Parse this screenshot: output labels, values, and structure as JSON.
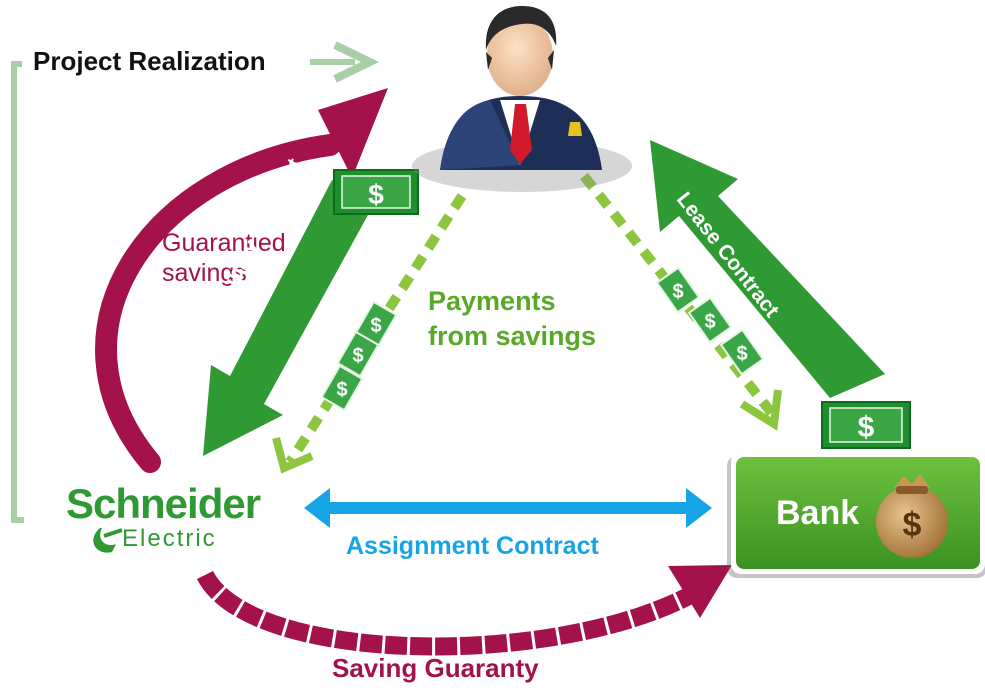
{
  "labels": {
    "project_realization": "Project Realization",
    "guarantied_savings": "Guarantied savings",
    "payments_from_savings": "Payments from savings",
    "supply_contract": "Supply Contract",
    "lease_contract": "Lease Contract",
    "assignment_contract": "Assignment Contract",
    "saving_guaranty": "Saving Guaranty",
    "bank": "Bank"
  },
  "logo": {
    "word": "Schneider",
    "sub": "Electric"
  },
  "currency_symbol": "$",
  "colors": {
    "green": "#2f9a34",
    "light_green": "#7ec242",
    "maroon": "#a3124a",
    "blue": "#16a4e6",
    "pale_green": "#a9cfa6",
    "bank_green": "#4aa52c"
  },
  "icons": [
    "businessman-icon",
    "money-bag-icon"
  ]
}
